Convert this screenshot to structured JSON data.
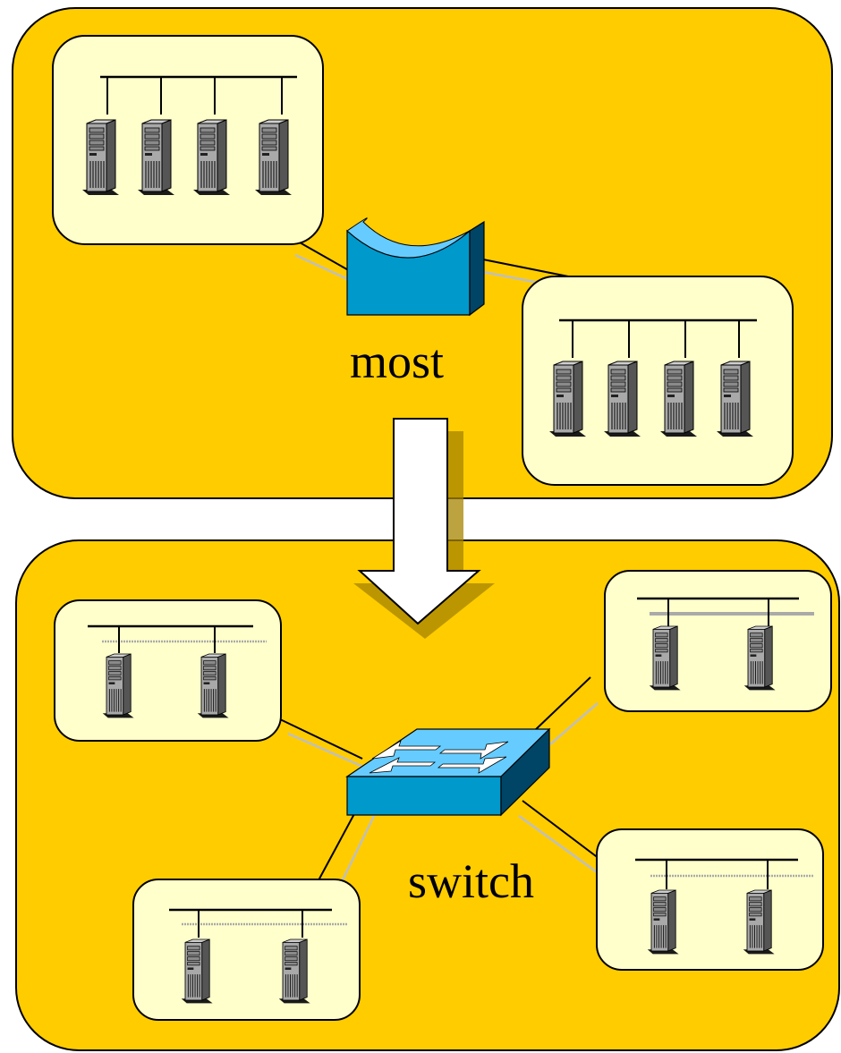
{
  "top_panel": {
    "device_label": "most",
    "device_icon": "bridge-icon",
    "segments": [
      {
        "name": "segment-top-left",
        "servers": 4
      },
      {
        "name": "segment-top-right",
        "servers": 4
      }
    ]
  },
  "transition_icon": "down-arrow-icon",
  "bottom_panel": {
    "device_label": "switch",
    "device_icon": "switch-icon",
    "segments": [
      {
        "name": "segment-left",
        "servers": 2
      },
      {
        "name": "segment-top-right",
        "servers": 2
      },
      {
        "name": "segment-bottom-left",
        "servers": 2
      },
      {
        "name": "segment-bottom-right",
        "servers": 2
      }
    ]
  },
  "colors": {
    "panel_fill": "#FFCC00",
    "segment_fill": "#FFFFCC",
    "device_blue": "#0099CC",
    "device_light": "#66CCFF",
    "server_gray": "#A8A8A8"
  }
}
